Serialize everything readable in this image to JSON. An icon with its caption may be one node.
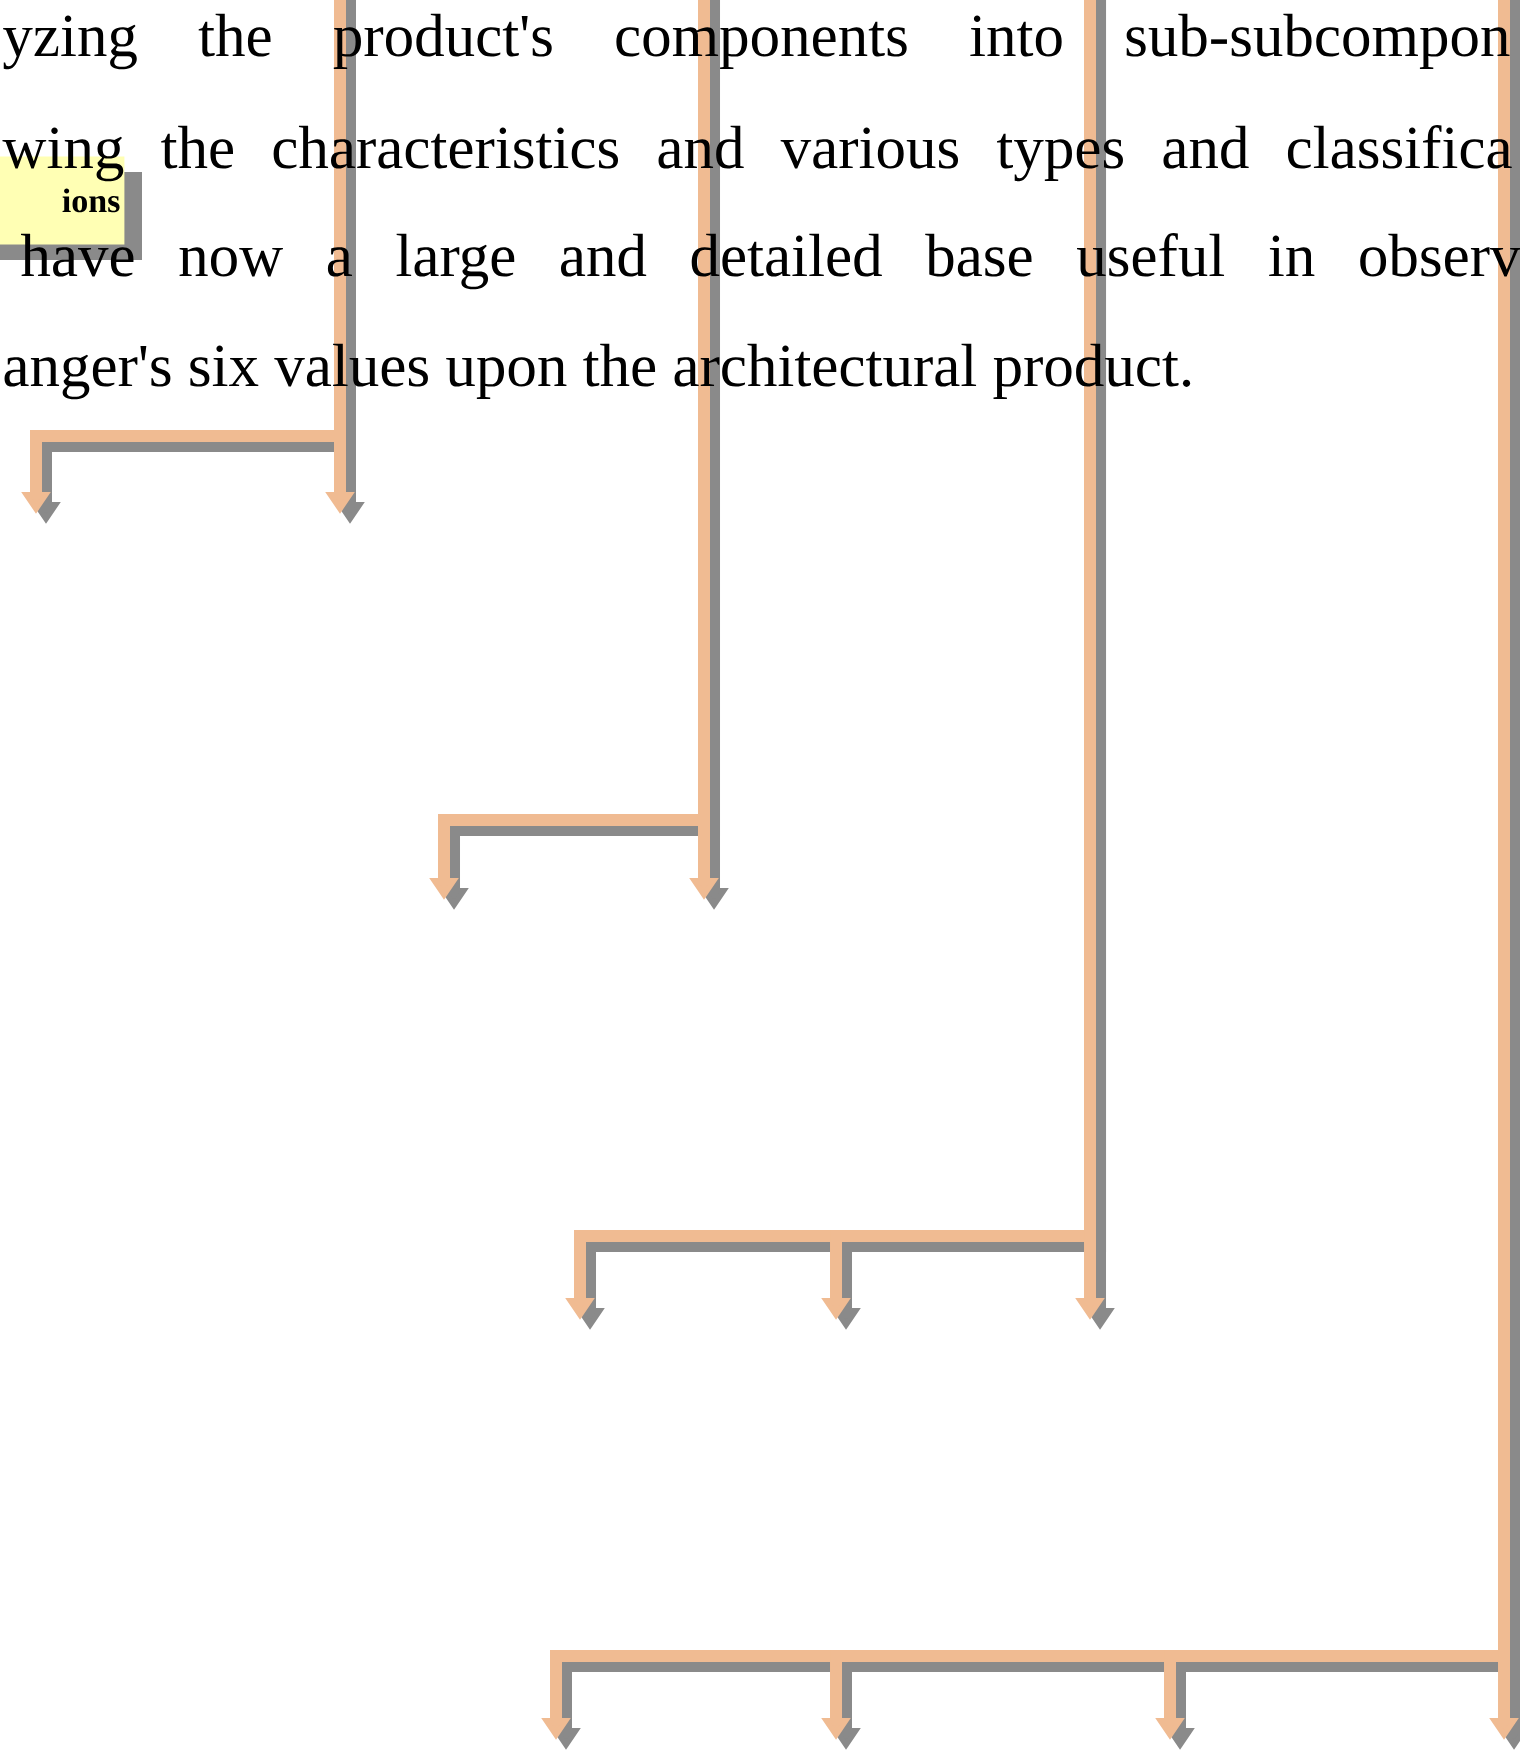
{
  "diagram": {
    "nodes": [
      {
        "text": [
          "ions"
        ]
      }
    ],
    "labels": [
      "yzing the product's components into sub-subcompon",
      "wing the characteristics and various types and classifica",
      "have now a large and detailed base useful in observ",
      "anger's six values upon the architectural product."
    ]
  }
}
